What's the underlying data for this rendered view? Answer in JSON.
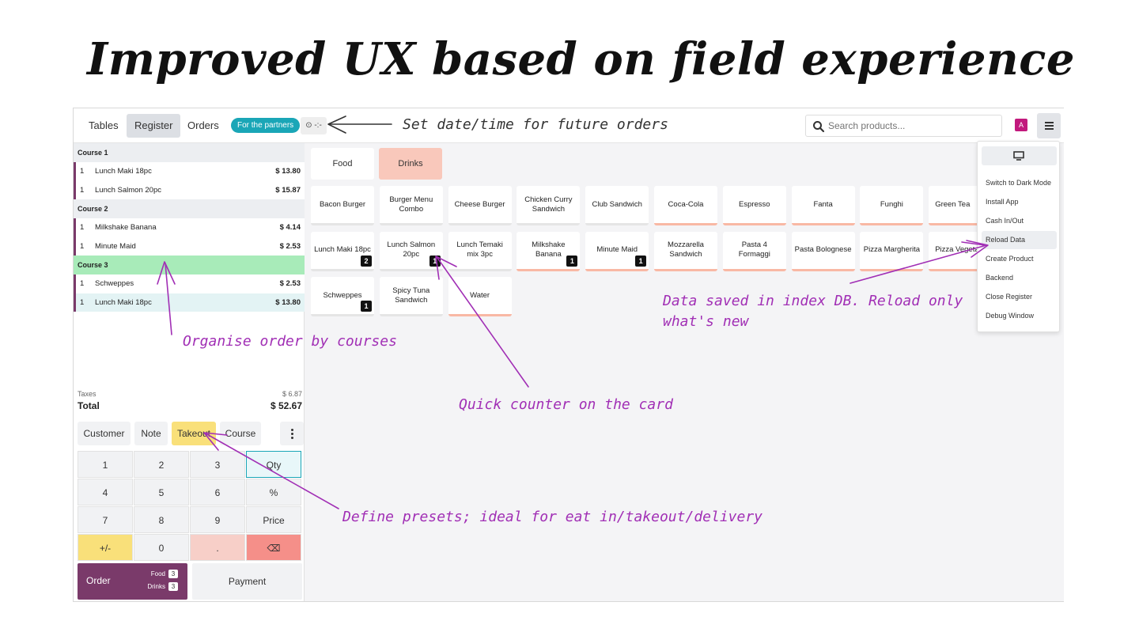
{
  "slide_title": "Improved UX based on field experience",
  "topbar": {
    "tabs": [
      "Tables",
      "Register",
      "Orders"
    ],
    "partner_pill": "For the partners",
    "clock": "⊙ -:-",
    "search_placeholder": "Search products...",
    "avatar": "A"
  },
  "order": {
    "courses": [
      {
        "label": "Course 1",
        "lines": [
          {
            "qty": "1",
            "name": "Lunch Maki 18pc",
            "price": "$ 13.80"
          },
          {
            "qty": "1",
            "name": "Lunch Salmon 20pc",
            "price": "$ 15.87"
          }
        ]
      },
      {
        "label": "Course 2",
        "lines": [
          {
            "qty": "1",
            "name": "Milkshake Banana",
            "price": "$ 4.14"
          },
          {
            "qty": "1",
            "name": "Minute Maid",
            "price": "$ 2.53"
          }
        ]
      },
      {
        "label": "Course 3",
        "lines": [
          {
            "qty": "1",
            "name": "Schweppes",
            "price": "$ 2.53"
          },
          {
            "qty": "1",
            "name": "Lunch Maki 18pc",
            "price": "$ 13.80"
          }
        ]
      }
    ],
    "taxes_label": "Taxes",
    "taxes_value": "$ 6.87",
    "total_label": "Total",
    "total_value": "$ 52.67"
  },
  "controls": {
    "customer": "Customer",
    "note": "Note",
    "takeout": "Takeout",
    "course": "Course"
  },
  "keypad": [
    "1",
    "2",
    "3",
    "Qty",
    "4",
    "5",
    "6",
    "%",
    "7",
    "8",
    "9",
    "Price",
    "+/-",
    "0",
    ".",
    "⌫"
  ],
  "order_button": {
    "label": "Order",
    "food_label": "Food",
    "food_count": "3",
    "drinks_label": "Drinks",
    "drinks_count": "3"
  },
  "payment_label": "Payment",
  "categories": [
    "Food",
    "Drinks"
  ],
  "products": [
    {
      "name": "Bacon Burger"
    },
    {
      "name": "Burger Menu Combo"
    },
    {
      "name": "Cheese Burger"
    },
    {
      "name": "Chicken Curry Sandwich"
    },
    {
      "name": "Club Sandwich"
    },
    {
      "name": "Coca-Cola"
    },
    {
      "name": "Espresso"
    },
    {
      "name": "Fanta"
    },
    {
      "name": "Funghi"
    },
    {
      "name": "Green Tea"
    },
    {
      "name": "Lunch Maki 18pc",
      "count": "2"
    },
    {
      "name": "Lunch Salmon 20pc",
      "count": "1"
    },
    {
      "name": "Lunch Temaki mix 3pc"
    },
    {
      "name": "Milkshake Banana",
      "count": "1"
    },
    {
      "name": "Minute Maid",
      "count": "1"
    },
    {
      "name": "Mozzarella Sandwich"
    },
    {
      "name": "Pasta 4 Formaggi"
    },
    {
      "name": "Pasta Bolognese"
    },
    {
      "name": "Pizza Margherita"
    },
    {
      "name": "Pizza Vegetar"
    },
    {
      "name": "Schweppes",
      "count": "1"
    },
    {
      "name": "Spicy Tuna Sandwich"
    },
    {
      "name": "Water"
    }
  ],
  "menu": [
    "Switch to Dark Mode",
    "Install App",
    "Cash In/Out",
    "Reload Data",
    "Create Product",
    "Backend",
    "Close Register",
    "Debug Window"
  ],
  "annotations": {
    "date_time": "Set date/time for future orders",
    "courses": "Organise order by courses",
    "counter": "Quick counter on the card",
    "reload_1": "Data saved in index DB. Reload only",
    "reload_2": "what's new",
    "presets": "Define presets; ideal for eat in/takeout/delivery"
  },
  "colors": {
    "accent": "#1aa6b7",
    "order_button": "#7a3a6a",
    "annotation": "#a12fb5",
    "course_active": "#a8ebb9"
  }
}
